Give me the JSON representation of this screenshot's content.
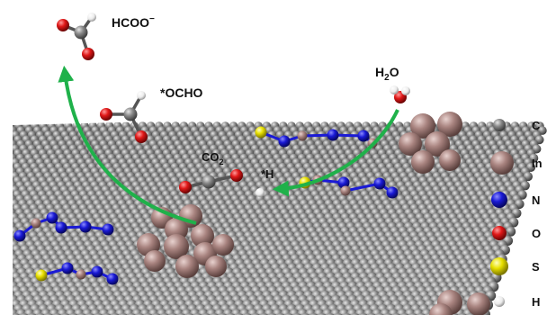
{
  "labels": {
    "hcoo": "HCOO",
    "hcoo_charge": "−",
    "ocho": "*OCHO",
    "h2o_h": "H",
    "h2o_sub": "2",
    "h2o_o": "O",
    "co2_co": "CO",
    "co2_sub": "2",
    "h_ads": "*H"
  },
  "legend": [
    {
      "symbol": "C",
      "color": "#7d7d7d",
      "icon": "carbon-sphere-icon"
    },
    {
      "symbol": "In",
      "color": "#a98480",
      "icon": "indium-sphere-icon"
    },
    {
      "symbol": "N",
      "color": "#1a1ad6",
      "icon": "nitrogen-sphere-icon"
    },
    {
      "symbol": "O",
      "color": "#e01818",
      "icon": "oxygen-sphere-icon"
    },
    {
      "symbol": "S",
      "color": "#e8e000",
      "icon": "sulfur-sphere-icon"
    },
    {
      "symbol": "H",
      "color": "#f2f2f2",
      "icon": "hydrogen-sphere-icon"
    }
  ],
  "colors": {
    "arrow": "#1fb14a",
    "carbon": "#7d7d7d",
    "indium": "#a98480",
    "nitrogen": "#1a1ad6",
    "oxygen": "#e01818",
    "sulfur": "#e8e000",
    "hydrogen": "#f2f2f2"
  }
}
